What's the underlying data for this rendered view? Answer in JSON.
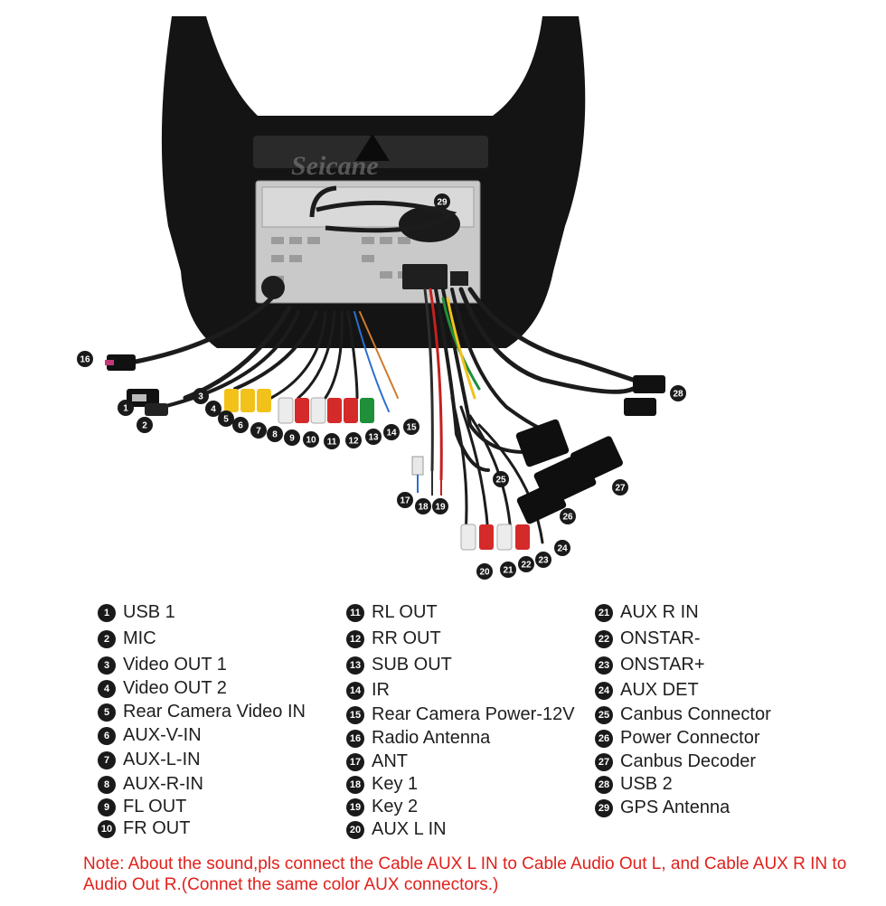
{
  "watermark": "Seicane",
  "connectors": [
    {
      "id": "1",
      "label": "USB 1"
    },
    {
      "id": "2",
      "label": "MIC"
    },
    {
      "id": "3",
      "label": "Video OUT 1"
    },
    {
      "id": "4",
      "label": "Video OUT 2"
    },
    {
      "id": "5",
      "label": "Rear Camera Video IN"
    },
    {
      "id": "6",
      "label": "AUX-V-IN"
    },
    {
      "id": "7",
      "label": "AUX-L-IN"
    },
    {
      "id": "8",
      "label": "AUX-R-IN"
    },
    {
      "id": "9",
      "label": "FL OUT"
    },
    {
      "id": "10",
      "label": "FR OUT"
    },
    {
      "id": "11",
      "label": "RL OUT"
    },
    {
      "id": "12",
      "label": "RR OUT"
    },
    {
      "id": "13",
      "label": "SUB OUT"
    },
    {
      "id": "14",
      "label": "IR"
    },
    {
      "id": "15",
      "label": "Rear Camera Power-12V"
    },
    {
      "id": "16",
      "label": "Radio Antenna"
    },
    {
      "id": "17",
      "label": "ANT"
    },
    {
      "id": "18",
      "label": "Key 1"
    },
    {
      "id": "19",
      "label": "Key 2"
    },
    {
      "id": "20",
      "label": "AUX L IN"
    },
    {
      "id": "21",
      "label": "AUX R IN"
    },
    {
      "id": "22",
      "label": "ONSTAR-"
    },
    {
      "id": "23",
      "label": "ONSTAR+"
    },
    {
      "id": "24",
      "label": "AUX DET"
    },
    {
      "id": "25",
      "label": "Canbus Connector"
    },
    {
      "id": "26",
      "label": "Power Connector"
    },
    {
      "id": "27",
      "label": "Canbus Decoder"
    },
    {
      "id": "28",
      "label": "USB 2"
    },
    {
      "id": "29",
      "label": "GPS Antenna"
    }
  ],
  "note": "Note: About the sound,pls connect the Cable AUX L IN to Cable Audio Out L, and Cable AUX R IN to  Audio Out R.(Connet the same color AUX connectors.)",
  "colors": {
    "frame": "#141414",
    "chassis": "#c9c9c9",
    "cable": "#1c1c1c",
    "rca_yellow": "#f2c21b",
    "rca_red": "#d42a2a",
    "rca_white": "#ececec",
    "rca_green": "#1f8f3a",
    "note_red": "#e0211c",
    "badge": "#1a1a1a"
  }
}
